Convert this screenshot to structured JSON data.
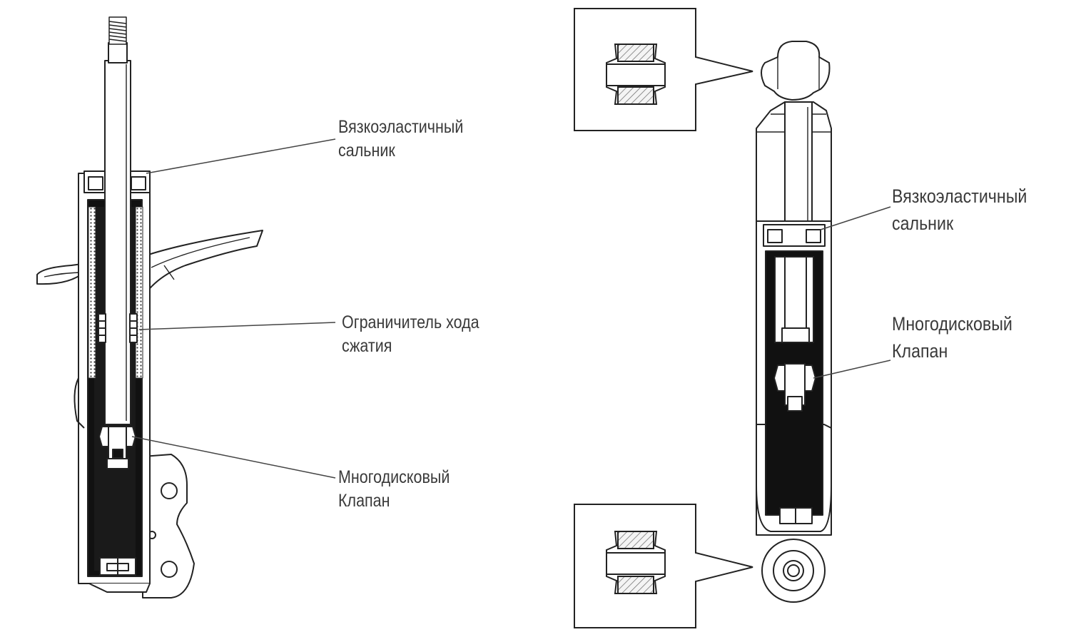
{
  "labels": {
    "left": {
      "seal": {
        "line1": "Вязкоэластичный",
        "line2": "сальник"
      },
      "limiter": {
        "line1": "Ограничитель хода",
        "line2": "сжатия"
      },
      "valve": {
        "line1": "Многодисковый",
        "line2": "Клапан"
      }
    },
    "right": {
      "seal": {
        "line1": "Вязкоэластичный",
        "line2": "сальник"
      },
      "valve": {
        "line1": "Многодисковый",
        "line2": "Клапан"
      }
    }
  }
}
